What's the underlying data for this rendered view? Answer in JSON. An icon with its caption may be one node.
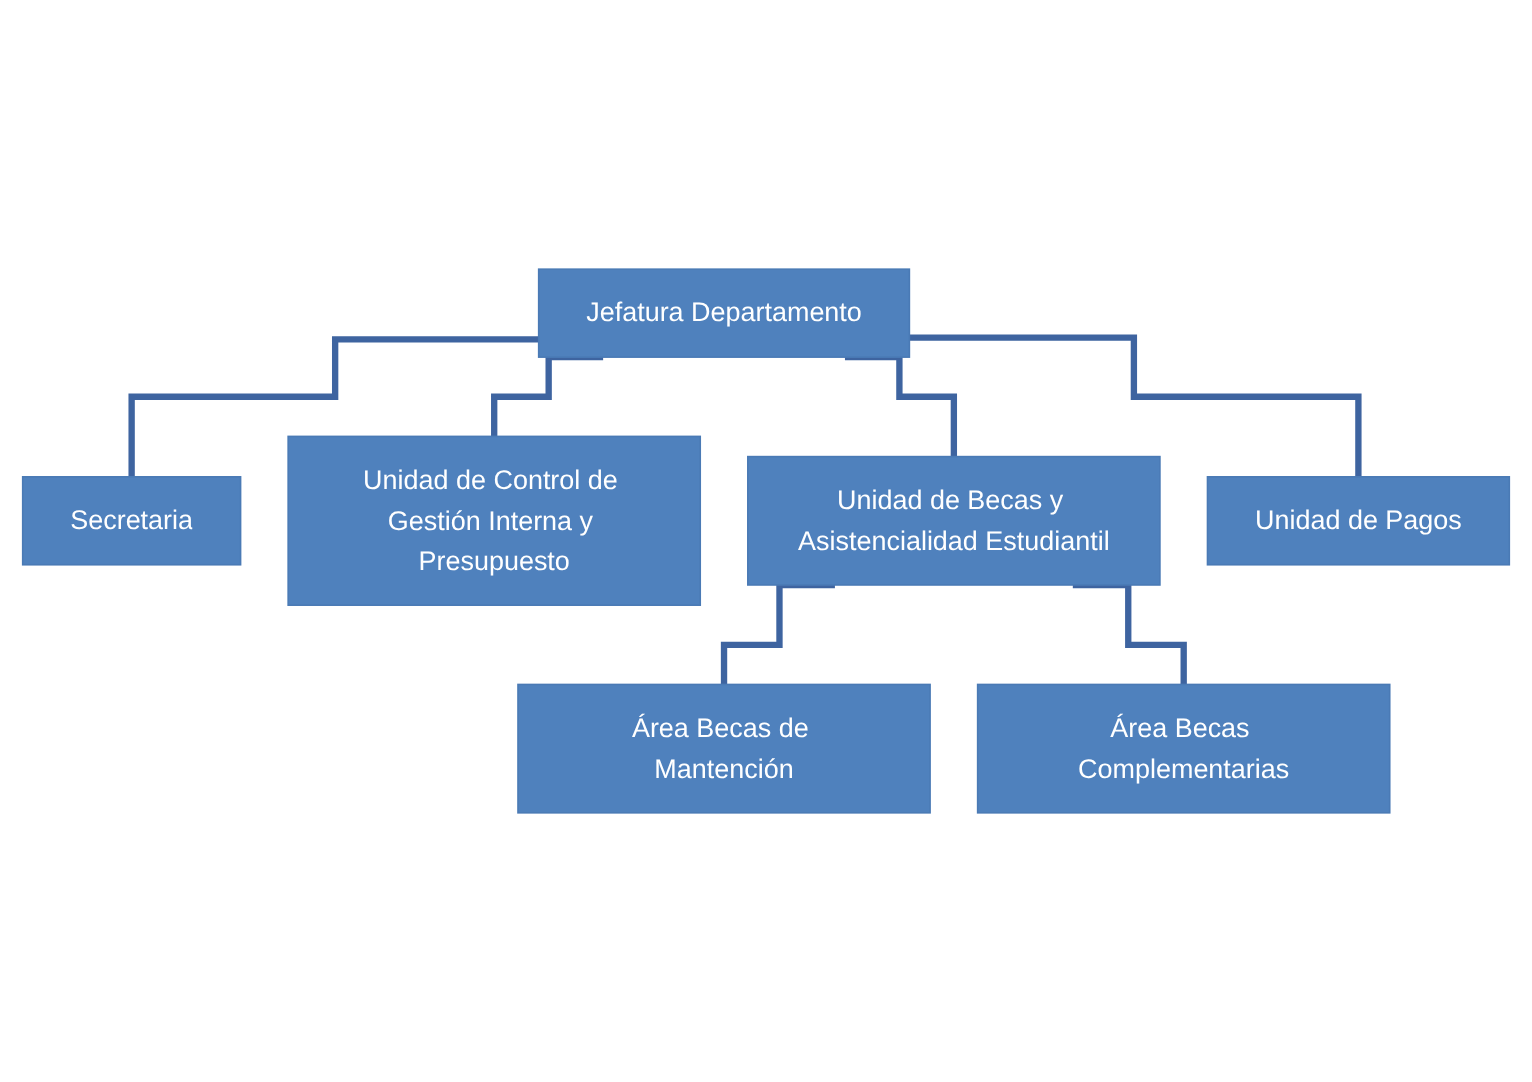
{
  "diagram": {
    "nodes": [
      {
        "text": [
          "Jefatura Departamento"
        ]
      },
      {
        "text": [
          "Secretaria"
        ]
      },
      {
        "text": [
          "Unidad de Control de Gestión Interna y Presupuesto"
        ]
      },
      {
        "text": [
          "Unidad de Becas y Asistencialidad Estudiantil"
        ]
      },
      {
        "text": [
          "Unidad de Pagos"
        ]
      },
      {
        "text": [
          "Área Becas de Mantención"
        ]
      },
      {
        "text": [
          "Área Becas Complementarias"
        ]
      }
    ],
    "edges": [
      {
        "from": 0,
        "to": 1,
        "arrow": "none"
      },
      {
        "from": 0,
        "to": 2,
        "arrow": "none"
      },
      {
        "from": 0,
        "to": 3,
        "arrow": "none"
      },
      {
        "from": 0,
        "to": 4,
        "arrow": "none"
      },
      {
        "from": 3,
        "to": 5,
        "arrow": "none"
      },
      {
        "from": 3,
        "to": 6,
        "arrow": "none"
      }
    ]
  }
}
